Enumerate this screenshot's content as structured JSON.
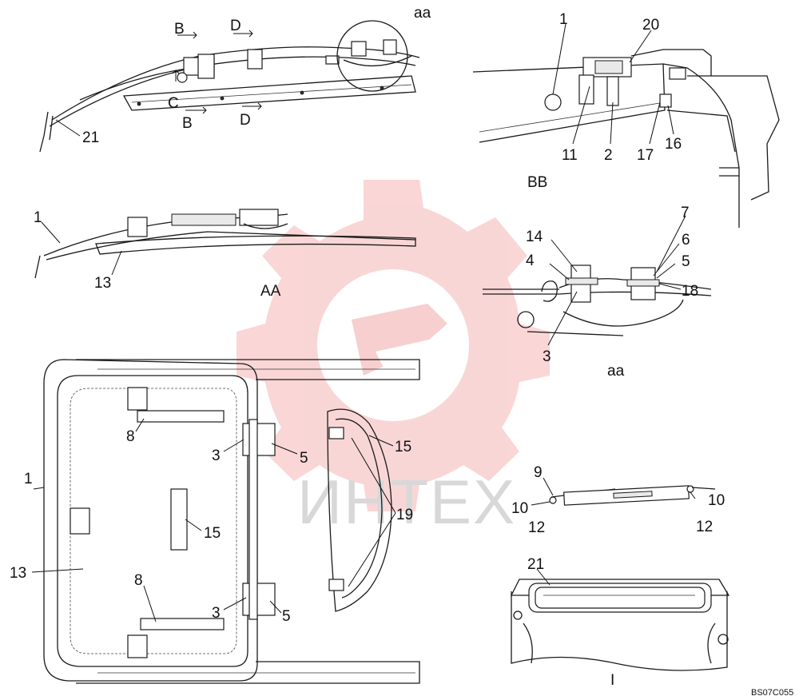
{
  "drawing_code": "BS07C055",
  "watermark": "ИНТЕХ",
  "colors": {
    "line": "#1a1a1a",
    "watermark_red": "#f2a8a8",
    "watermark_grey": "#d8d8d8"
  },
  "views": {
    "side_top": {
      "labels": [
        "B",
        "D",
        "aa",
        "C",
        "B",
        "D",
        "21"
      ]
    },
    "bb": {
      "title": "BB",
      "labels": [
        "1",
        "20",
        "11",
        "2",
        "17",
        "16"
      ]
    },
    "aa_side": {
      "title": "AA",
      "labels": [
        "1",
        "13"
      ]
    },
    "aa_detail": {
      "title": "aa",
      "labels": [
        "7",
        "14",
        "6",
        "4",
        "5",
        "18",
        "3"
      ]
    },
    "plan": {
      "labels": [
        "1",
        "8",
        "3",
        "5",
        "13",
        "15",
        "8",
        "3",
        "5"
      ]
    },
    "handle": {
      "labels": [
        "15",
        "19"
      ]
    },
    "strut": {
      "labels": [
        "9",
        "10",
        "12",
        "10",
        "12"
      ]
    },
    "front": {
      "title": "I",
      "labels": [
        "21"
      ]
    }
  }
}
